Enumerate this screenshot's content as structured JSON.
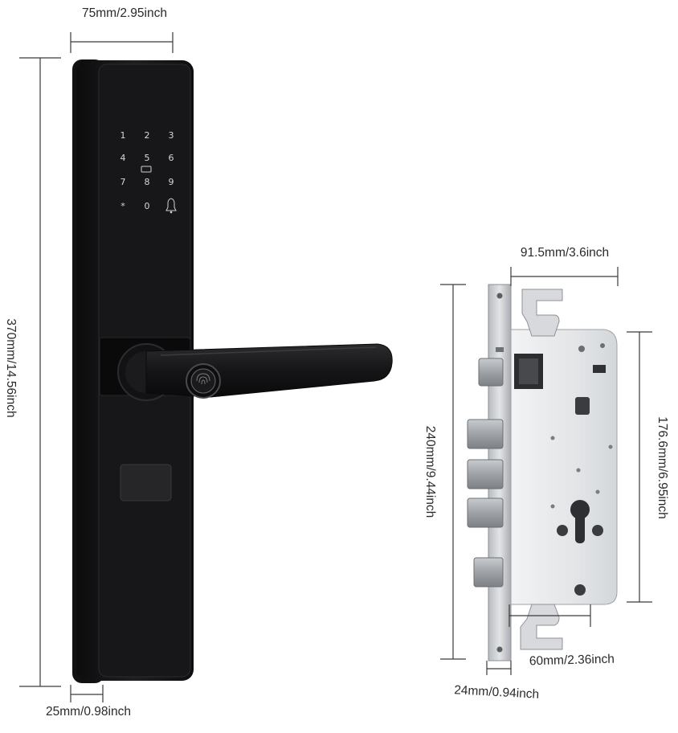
{
  "dimensions": {
    "lock_width": "75mm/2.95inch",
    "lock_height": "370mm/14.56inch",
    "lock_depth": "25mm/0.98inch",
    "mortise_width": "91.5mm/3.6inch",
    "mortise_height": "240mm/9.44inch",
    "mortise_inner_height": "176.6mm/6.95inch",
    "mortise_spacing": "60mm/2.36inch",
    "mortise_faceplate": "24mm/0.94inch"
  },
  "keypad": {
    "keys": [
      "1",
      "2",
      "3",
      "4",
      "5",
      "6",
      "7",
      "8",
      "9",
      "*",
      "0",
      ""
    ]
  },
  "colors": {
    "lock_body": "#1a1a1c",
    "mortise_plate": "#e6e8ea",
    "faceplate": "#c9cccf",
    "dimension_line": "#3a3a3a"
  }
}
